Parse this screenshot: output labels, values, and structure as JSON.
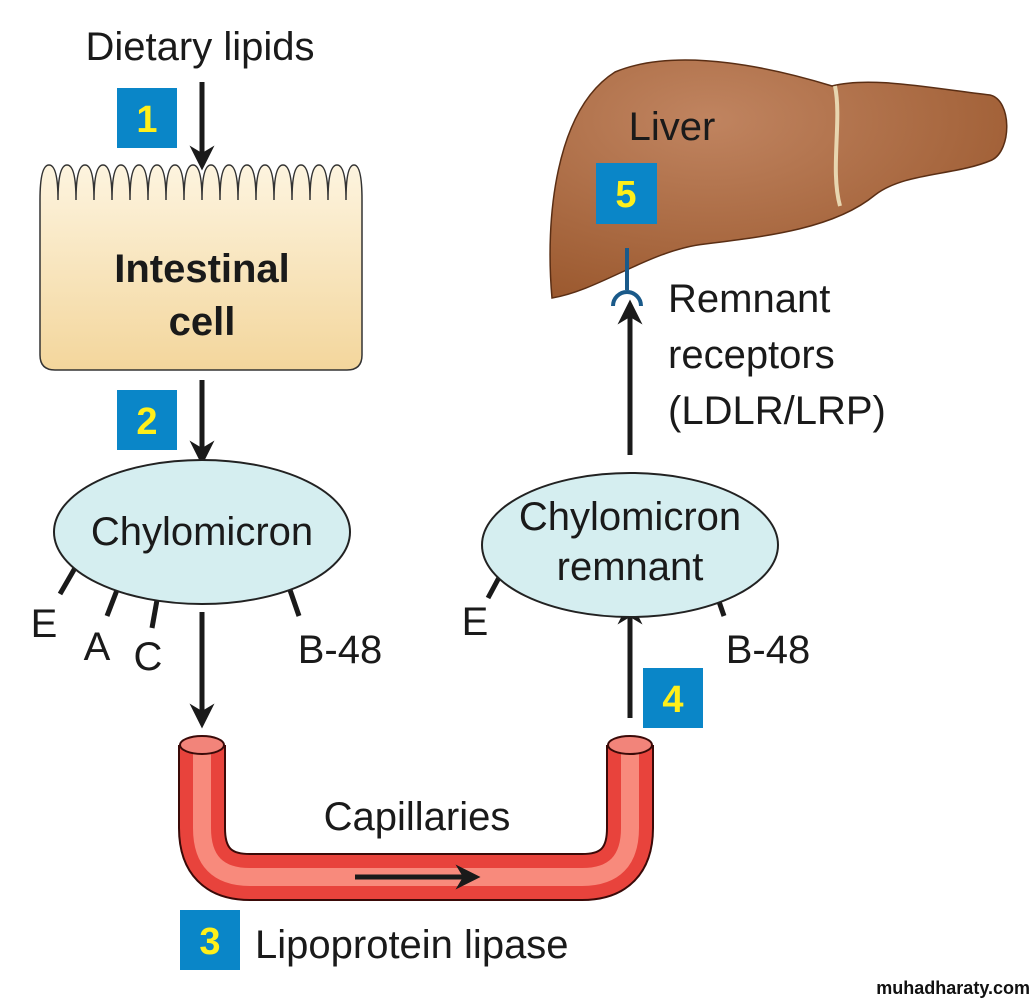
{
  "labels": {
    "dietary_lipids": "Dietary lipids",
    "intestinal_cell_line1": "Intestinal",
    "intestinal_cell_line2": "cell",
    "chylomicron": "Chylomicron",
    "remnant_line1": "Chylomicron",
    "remnant_line2": "remnant",
    "apo_e": "E",
    "apo_a": "A",
    "apo_c": "C",
    "apo_b48": "B-48",
    "remnant_apo_e": "E",
    "remnant_apo_b48": "B-48",
    "capillaries": "Capillaries",
    "lipoprotein_lipase": "Lipoprotein lipase",
    "liver": "Liver",
    "receptors_line1": "Remnant",
    "receptors_line2": "receptors",
    "receptors_line3": "(LDLR/LRP)"
  },
  "steps": [
    "1",
    "2",
    "3",
    "4",
    "5"
  ],
  "watermark": "muhadharaty.com",
  "colors": {
    "step_box": "#0a86c8",
    "step_number": "#ffef1a",
    "chylomicron_fill": "#d5eef0",
    "liver": "#a8643a",
    "capillary": "#f0524a",
    "intestinal_cell": "#f6e2b4",
    "receptor": "#1a5a8a"
  }
}
